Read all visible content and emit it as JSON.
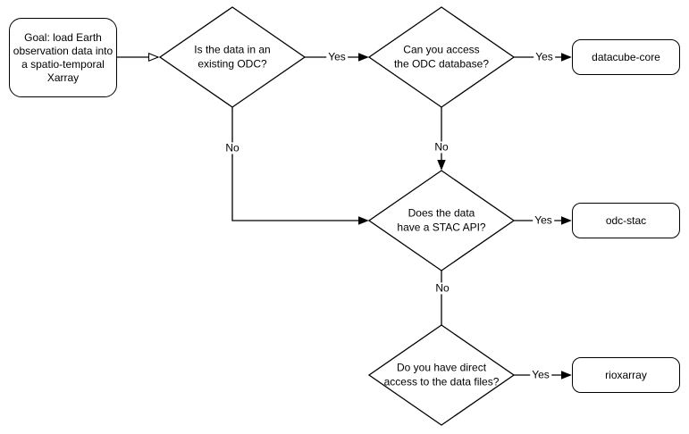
{
  "diagram": {
    "colors": {
      "background": "#ffffff",
      "stroke": "#000000",
      "node_fill": "#ffffff",
      "text": "#000000"
    },
    "start": {
      "label": "Goal: load Earth\nobservation data into\na spatio-temporal\nXarray"
    },
    "decisions": [
      {
        "label": "Is the data in an\nexisting ODC?"
      },
      {
        "label": "Can you access\nthe ODC database?"
      },
      {
        "label": "Does the data\nhave a STAC API?"
      },
      {
        "label": "Do you have direct\naccess to the data files?"
      }
    ],
    "results": [
      {
        "label": "datacube-core"
      },
      {
        "label": "odc-stac"
      },
      {
        "label": "rioxarray"
      }
    ],
    "edge_labels": [
      {
        "id": "existing-odc-yes",
        "label": "Yes"
      },
      {
        "id": "existing-odc-no",
        "label": "No"
      },
      {
        "id": "odc-db-yes",
        "label": "Yes"
      },
      {
        "id": "odc-db-no",
        "label": "No"
      },
      {
        "id": "stac-api-yes",
        "label": "Yes"
      },
      {
        "id": "stac-api-no",
        "label": "No"
      },
      {
        "id": "direct-access-yes",
        "label": "Yes"
      }
    ],
    "icons": {
      "arrowhead_solid": "solid-triangle-arrowhead-icon",
      "arrowhead_open": "open-triangle-arrowhead-icon"
    }
  }
}
